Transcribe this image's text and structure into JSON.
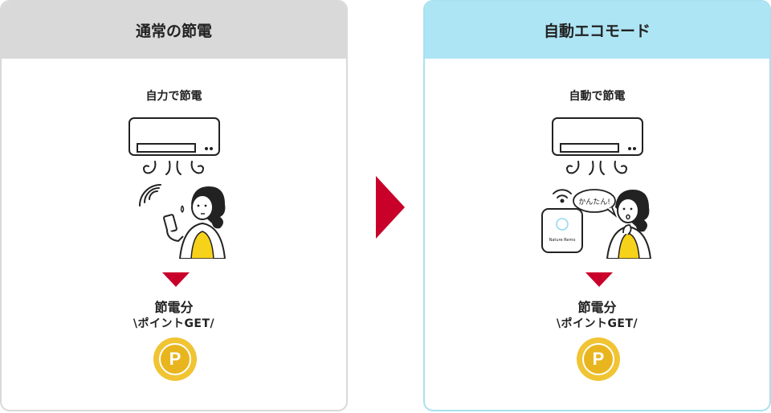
{
  "left_panel": {
    "header": "通常の節電",
    "subtitle": "自力で節電",
    "reward_line1": "節電分",
    "reward_line2": "\\ポイントGET/",
    "coin_symbol": "P"
  },
  "right_panel": {
    "header": "自動エコモード",
    "subtitle": "自動で節電",
    "speech_bubble": "かんたん!",
    "device_label": "Nature Remo",
    "reward_line1": "節電分",
    "reward_line2": "\\ポイントGET/",
    "coin_symbol": "P"
  },
  "colors": {
    "left_header_bg": "#d9d9d9",
    "right_header_bg": "#aee5f4",
    "accent_red": "#c8002a",
    "coin_gold": "#f0c433",
    "apron_yellow": "#f7d21a"
  },
  "icons": [
    "air-conditioner-icon",
    "wind-icon",
    "wifi-signal-icon",
    "smartphone-icon",
    "woman-illustration",
    "nature-remo-device-icon",
    "down-arrow-icon",
    "point-coin-icon",
    "next-arrow-icon"
  ]
}
